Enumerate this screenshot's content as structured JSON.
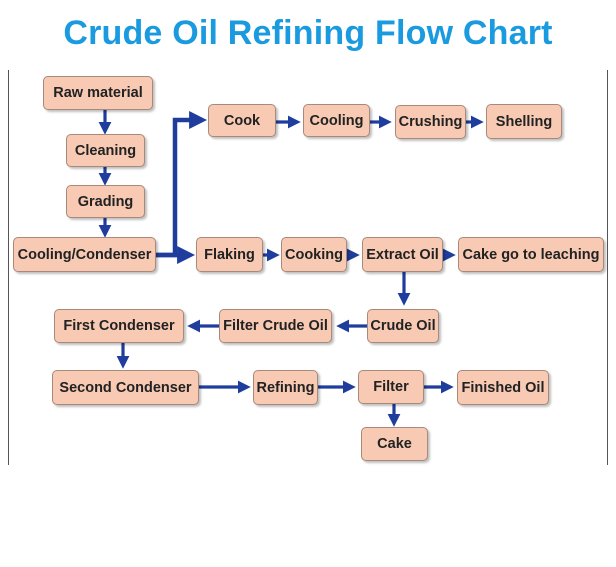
{
  "title": "Crude Oil Refining Flow Chart",
  "colors": {
    "title": "#1a9be0",
    "box_fill": "#f8cab4",
    "box_border": "#a8897a",
    "arrow": "#1f3d9c"
  },
  "nodes": {
    "raw_material": "Raw material",
    "cleaning": "Cleaning",
    "grading": "Grading",
    "cooling_condenser": "Cooling/Condenser",
    "cook": "Cook",
    "cooling": "Cooling",
    "crushing": "Crushing",
    "shelling": "Shelling",
    "flaking": "Flaking",
    "cooking": "Cooking",
    "extract_oil": "Extract Oil",
    "cake_leaching": "Cake go to leaching",
    "crude_oil": "Crude Oil",
    "filter_crude_oil": "Filter Crude Oil",
    "first_condenser": "First Condenser",
    "second_condenser": "Second Condenser",
    "refining": "Refining",
    "filter": "Filter",
    "finished_oil": "Finished Oil",
    "cake": "Cake"
  }
}
